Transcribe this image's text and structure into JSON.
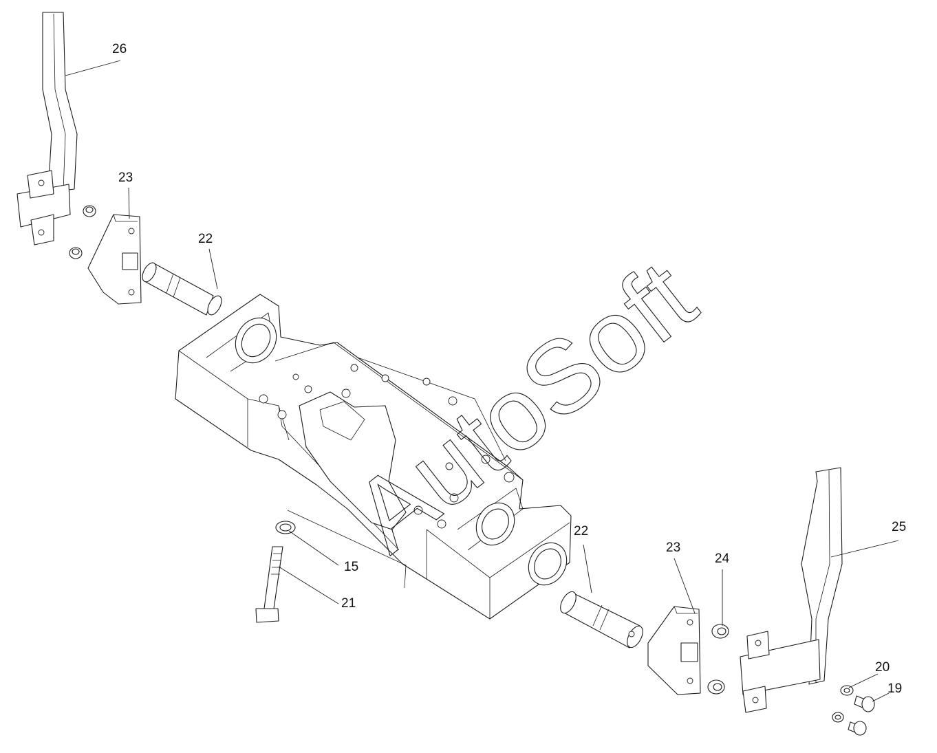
{
  "watermark": "AutoSoft",
  "callouts": [
    {
      "id": "c26",
      "label": "26"
    },
    {
      "id": "c23a",
      "label": "23"
    },
    {
      "id": "c22a",
      "label": "22"
    },
    {
      "id": "c22b",
      "label": "22"
    },
    {
      "id": "c23b",
      "label": "23"
    },
    {
      "id": "c24",
      "label": "24"
    },
    {
      "id": "c25",
      "label": "25"
    },
    {
      "id": "c15",
      "label": "15"
    },
    {
      "id": "c21",
      "label": "21"
    },
    {
      "id": "c20",
      "label": "20"
    },
    {
      "id": "c19",
      "label": "19"
    }
  ]
}
